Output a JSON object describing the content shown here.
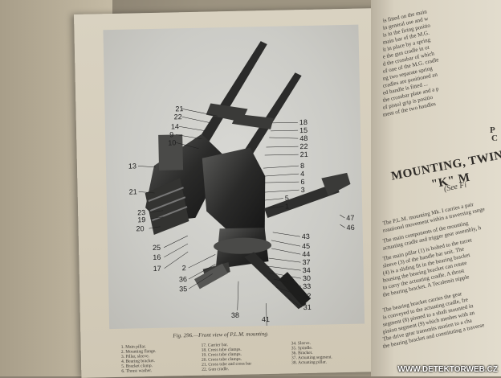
{
  "figure": {
    "caption": "Fig. 296.—Front view of P.L.M. mounting.",
    "callouts_left": [
      "21",
      "22",
      "14",
      "9",
      "10",
      "13",
      "21",
      "23",
      "19",
      "20",
      "25",
      "16",
      "17",
      "2",
      "36",
      "35",
      "38"
    ],
    "callouts_right": [
      "18",
      "15",
      "48",
      "22",
      "21",
      "8",
      "4",
      "6",
      "3",
      "5",
      "1",
      "47",
      "46",
      "43",
      "45",
      "44",
      "37",
      "34",
      "30",
      "33",
      "32",
      "31",
      "41"
    ]
  },
  "legend": {
    "col1": [
      "1.  Main pillar.",
      "2.  Mounting flange.",
      "3.  Pillar, sleeve.",
      "4.  Bearing bracket.",
      "5.  Bracket clamp.",
      "6.  Thrust washer."
    ],
    "col2": [
      "17.  Carrier bar.",
      "18.  Cross tube clamps.",
      "19.  Cross tube clamps.",
      "20.  Cross tube clamps.",
      "21.  Cross tube and cross bar",
      "22.  Gun cradle."
    ],
    "col3": [
      "34.  Sleeve.",
      "35.  Spindle.",
      "36.  Bracket.",
      "37.  Actuating segment.",
      "38.  Actuating pillar.",
      ""
    ]
  },
  "right_page": {
    "lines_top": [
      "is fitted on the main",
      "in general use and w",
      "is in the firing positio",
      "main bar of the M.G.",
      "it in place by a spring",
      "e the gun cradle in ot",
      "d the crossbar of which",
      "of one of the M.G. cradle",
      "ng two separate spring",
      "cradles are positioned an",
      "ed handle is fitted ...",
      "the crossbar plate and a p",
      "of pistol grip is positio",
      "ment of the two handles"
    ],
    "letter_p": "P",
    "heading": "MOUNTING, TWIN",
    "heading2": "\"K\" M",
    "see": "(See Fi",
    "letter_c": "C",
    "lines_bottom": [
      "The P.L.M. mounting Mk. I carries a pair",
      "rotational movement within a traversing range",
      "The main components of the mounting",
      "actuating cradle and trigger gear assembly, h",
      "The main pillar (1) is bolted to the turret",
      "sleeve (3) of the handle bar unit. The",
      "(4) is a sliding fit in the bearing bracket",
      "housing the bearing bracket can rotate",
      "to carry the actuating cradle. A thrust",
      "the bearing bracket. A Tecalemit nipple",
      "The bearing bracket carries the gear",
      "is conveyed to the actuating cradle, fre",
      "segment (8) pinned to a shaft mounted in",
      "pinion segment (9) which meshes with an",
      "The drive gear transmits motion to a cha",
      "the bearing bracket and constituting a traverse"
    ]
  },
  "watermark": "WWW.DETEKTORWEB.CZ"
}
